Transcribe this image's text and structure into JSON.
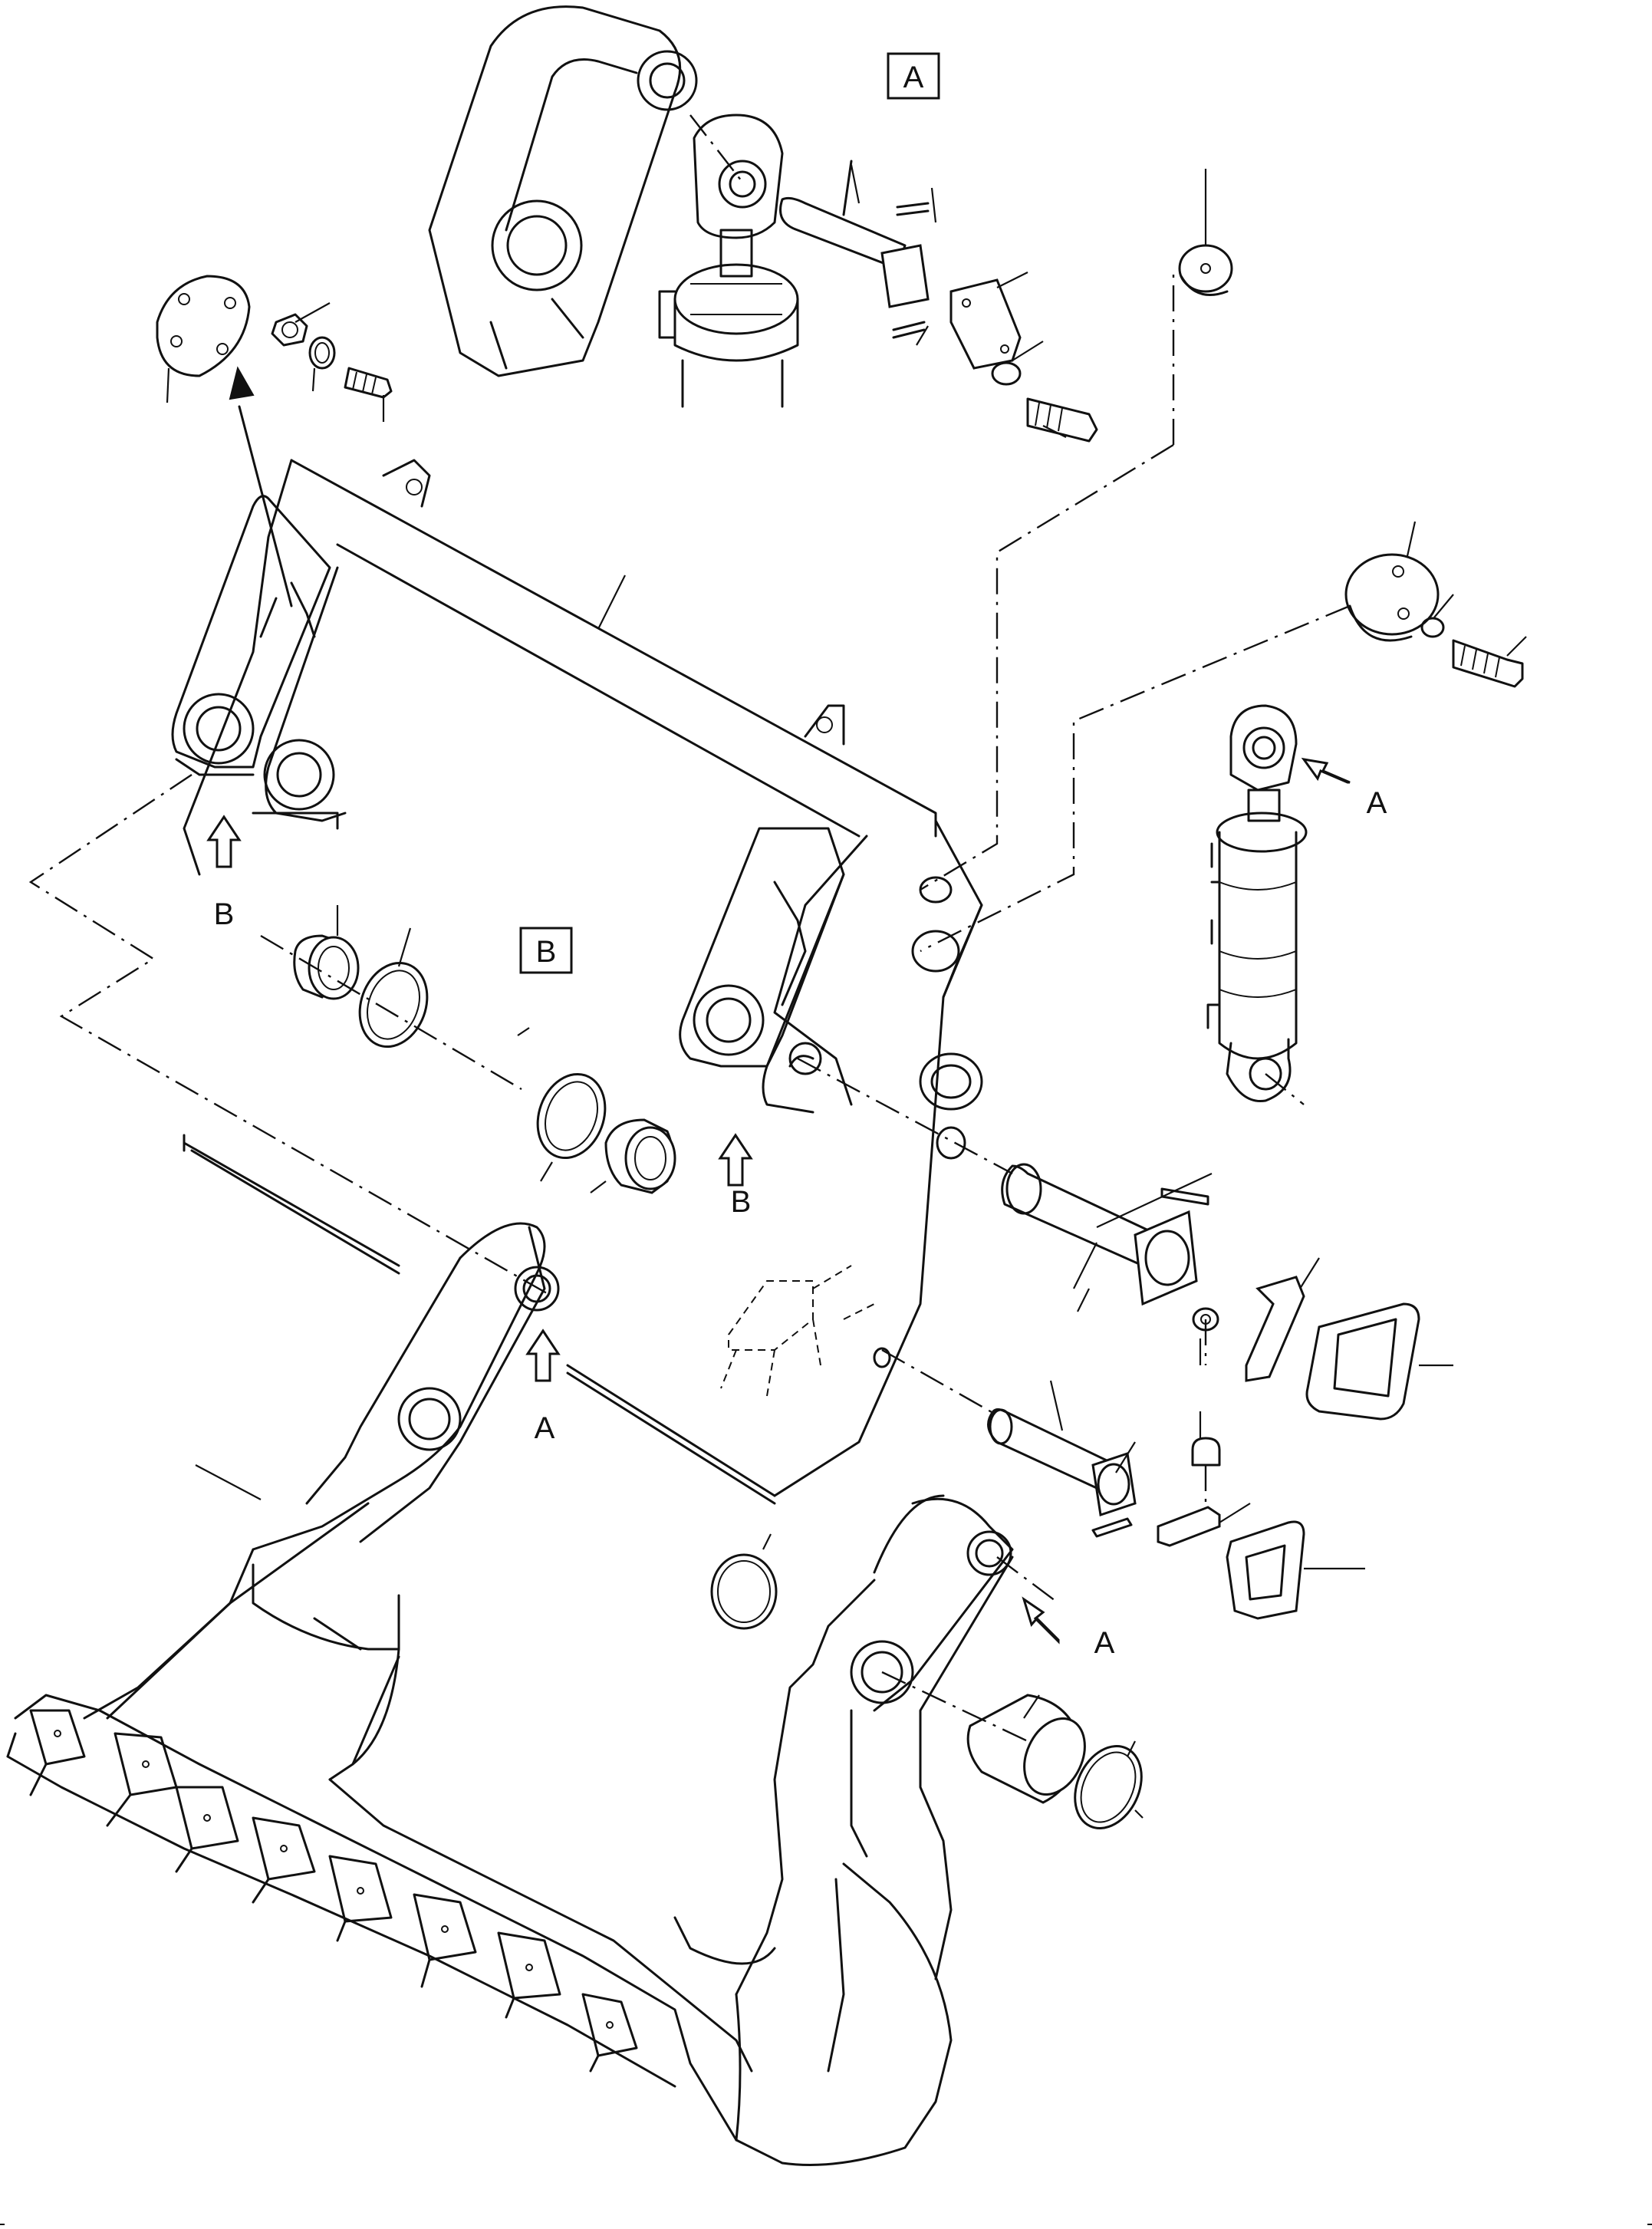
{
  "callouts": {
    "box_a": "A",
    "box_b": "B",
    "arrow_labels": [
      "B",
      "B",
      "A",
      "A",
      "A"
    ]
  },
  "colors": {
    "line": "#111111",
    "background": "#ffffff"
  }
}
